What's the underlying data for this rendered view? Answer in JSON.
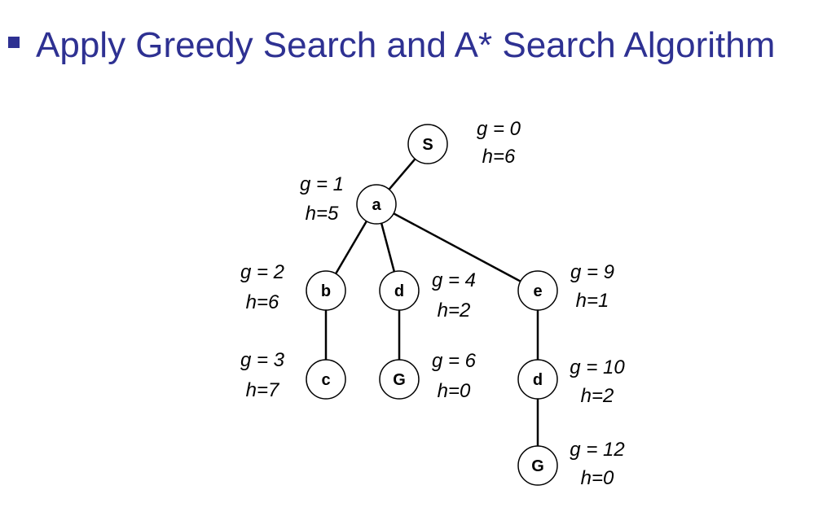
{
  "title": "Apply Greedy Search and A* Search Algorithm",
  "colors": {
    "title": "#2e3192",
    "bullet": "#2e3192",
    "stroke": "#000000"
  },
  "diagram": {
    "nodes": [
      {
        "id": "S",
        "label": "S",
        "g": "g = 0",
        "h": "h=6"
      },
      {
        "id": "a",
        "label": "a",
        "g": "g = 1",
        "h": "h=5"
      },
      {
        "id": "b",
        "label": "b",
        "g": "g = 2",
        "h": "h=6"
      },
      {
        "id": "d1",
        "label": "d",
        "g": "g = 4",
        "h": "h=2"
      },
      {
        "id": "e",
        "label": "e",
        "g": "g = 9",
        "h": "h=1"
      },
      {
        "id": "c",
        "label": "c",
        "g": "g = 3",
        "h": "h=7"
      },
      {
        "id": "G1",
        "label": "G",
        "g": "g = 6",
        "h": "h=0"
      },
      {
        "id": "d2",
        "label": "d",
        "g": "g = 10",
        "h": "h=2"
      },
      {
        "id": "G2",
        "label": "G",
        "g": "g = 12",
        "h": "h=0"
      }
    ],
    "edges": [
      {
        "from": "S",
        "to": "a"
      },
      {
        "from": "a",
        "to": "b"
      },
      {
        "from": "a",
        "to": "d1"
      },
      {
        "from": "a",
        "to": "e"
      },
      {
        "from": "b",
        "to": "c"
      },
      {
        "from": "d1",
        "to": "G1"
      },
      {
        "from": "e",
        "to": "d2"
      },
      {
        "from": "d2",
        "to": "G2"
      }
    ]
  }
}
